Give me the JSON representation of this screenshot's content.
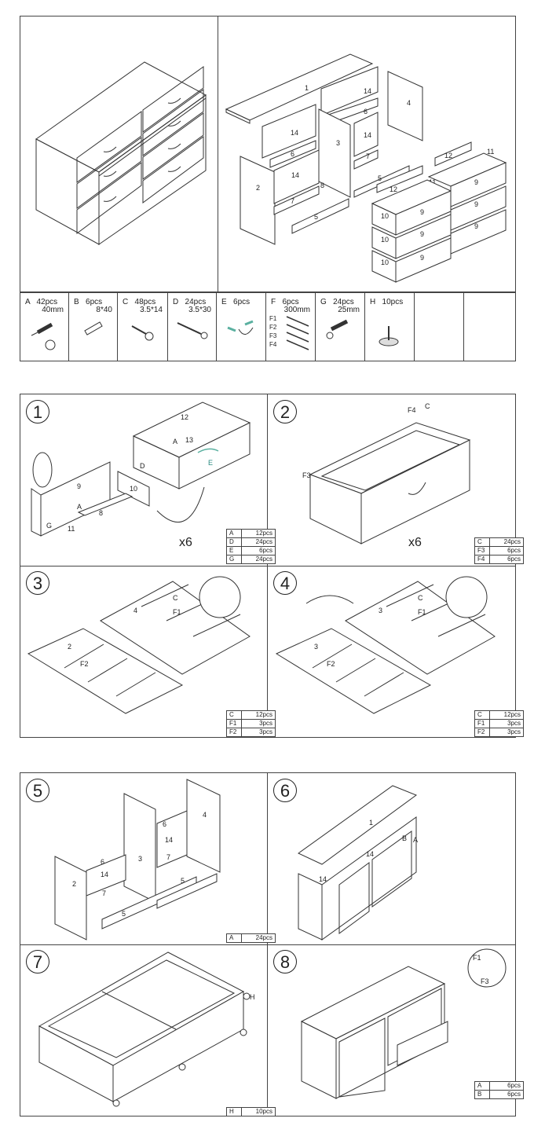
{
  "parts": [
    {
      "letter": "A",
      "qty": "42pcs",
      "dim": "40mm",
      "icon": "cam-dowel-icon"
    },
    {
      "letter": "B",
      "qty": "6pcs",
      "dim": "8*40",
      "icon": "wood-dowel-icon"
    },
    {
      "letter": "C",
      "qty": "48pcs",
      "dim": "3.5*14",
      "icon": "short-screw-icon"
    },
    {
      "letter": "D",
      "qty": "24pcs",
      "dim": "3.5*30",
      "icon": "long-screw-icon"
    },
    {
      "letter": "E",
      "qty": "6pcs",
      "dim": "",
      "icon": "handle-icon"
    },
    {
      "letter": "F",
      "qty": "6pcs",
      "dim": "300mm",
      "sub": [
        "F1",
        "F2",
        "F3",
        "F4"
      ],
      "icon": "drawer-slide-icon"
    },
    {
      "letter": "G",
      "qty": "24pcs",
      "dim": "25mm",
      "icon": "cam-lock-icon"
    },
    {
      "letter": "H",
      "qty": "10pcs",
      "dim": "",
      "icon": "glide-foot-icon"
    }
  ],
  "overview": {
    "labels": [
      "1",
      "14",
      "4",
      "14",
      "6",
      "3",
      "14",
      "6",
      "2",
      "14",
      "7",
      "7",
      "5",
      "8",
      "5",
      "12",
      "11",
      "12",
      "13",
      "11",
      "13",
      "10",
      "9",
      "9",
      "9",
      "9",
      "10",
      "9",
      "10",
      "9"
    ]
  },
  "steps": [
    {
      "num": "1",
      "multiplier": "x6",
      "labels": [
        "12",
        "13",
        "A",
        "D",
        "E",
        "9",
        "10",
        "8",
        "A",
        "11",
        "G"
      ],
      "qty": [
        [
          "A",
          "12pcs"
        ],
        [
          "D",
          "24pcs"
        ],
        [
          "E",
          "6pcs"
        ],
        [
          "G",
          "24pcs"
        ]
      ]
    },
    {
      "num": "2",
      "multiplier": "x6",
      "labels": [
        "F4",
        "C",
        "F3"
      ],
      "qty": [
        [
          "C",
          "24pcs"
        ],
        [
          "F3",
          "6pcs"
        ],
        [
          "F4",
          "6pcs"
        ]
      ]
    },
    {
      "num": "3",
      "labels": [
        "4",
        "C",
        "F1",
        "2",
        "F2",
        "C",
        "F1"
      ],
      "qty": [
        [
          "C",
          "12pcs"
        ],
        [
          "F1",
          "3pcs"
        ],
        [
          "F2",
          "3pcs"
        ]
      ]
    },
    {
      "num": "4",
      "labels": [
        "3",
        "C",
        "F1",
        "3",
        "F2",
        "C",
        "F1"
      ],
      "qty": [
        [
          "C",
          "12pcs"
        ],
        [
          "F1",
          "3pcs"
        ],
        [
          "F2",
          "3pcs"
        ]
      ]
    },
    {
      "num": "5",
      "labels": [
        "4",
        "6",
        "14",
        "3",
        "7",
        "5",
        "6",
        "14",
        "2",
        "7",
        "5"
      ],
      "qty": [
        [
          "A",
          "24pcs"
        ]
      ]
    },
    {
      "num": "6",
      "labels": [
        "1",
        "B",
        "A",
        "14",
        "14"
      ],
      "qty": [
        [
          "A",
          "6pcs"
        ],
        [
          "B",
          "6pcs"
        ]
      ]
    },
    {
      "num": "7",
      "labels": [
        "H"
      ],
      "qty": [
        [
          "H",
          "10pcs"
        ]
      ]
    },
    {
      "num": "8",
      "labels": [
        "F1",
        "F3"
      ],
      "qty": []
    }
  ]
}
